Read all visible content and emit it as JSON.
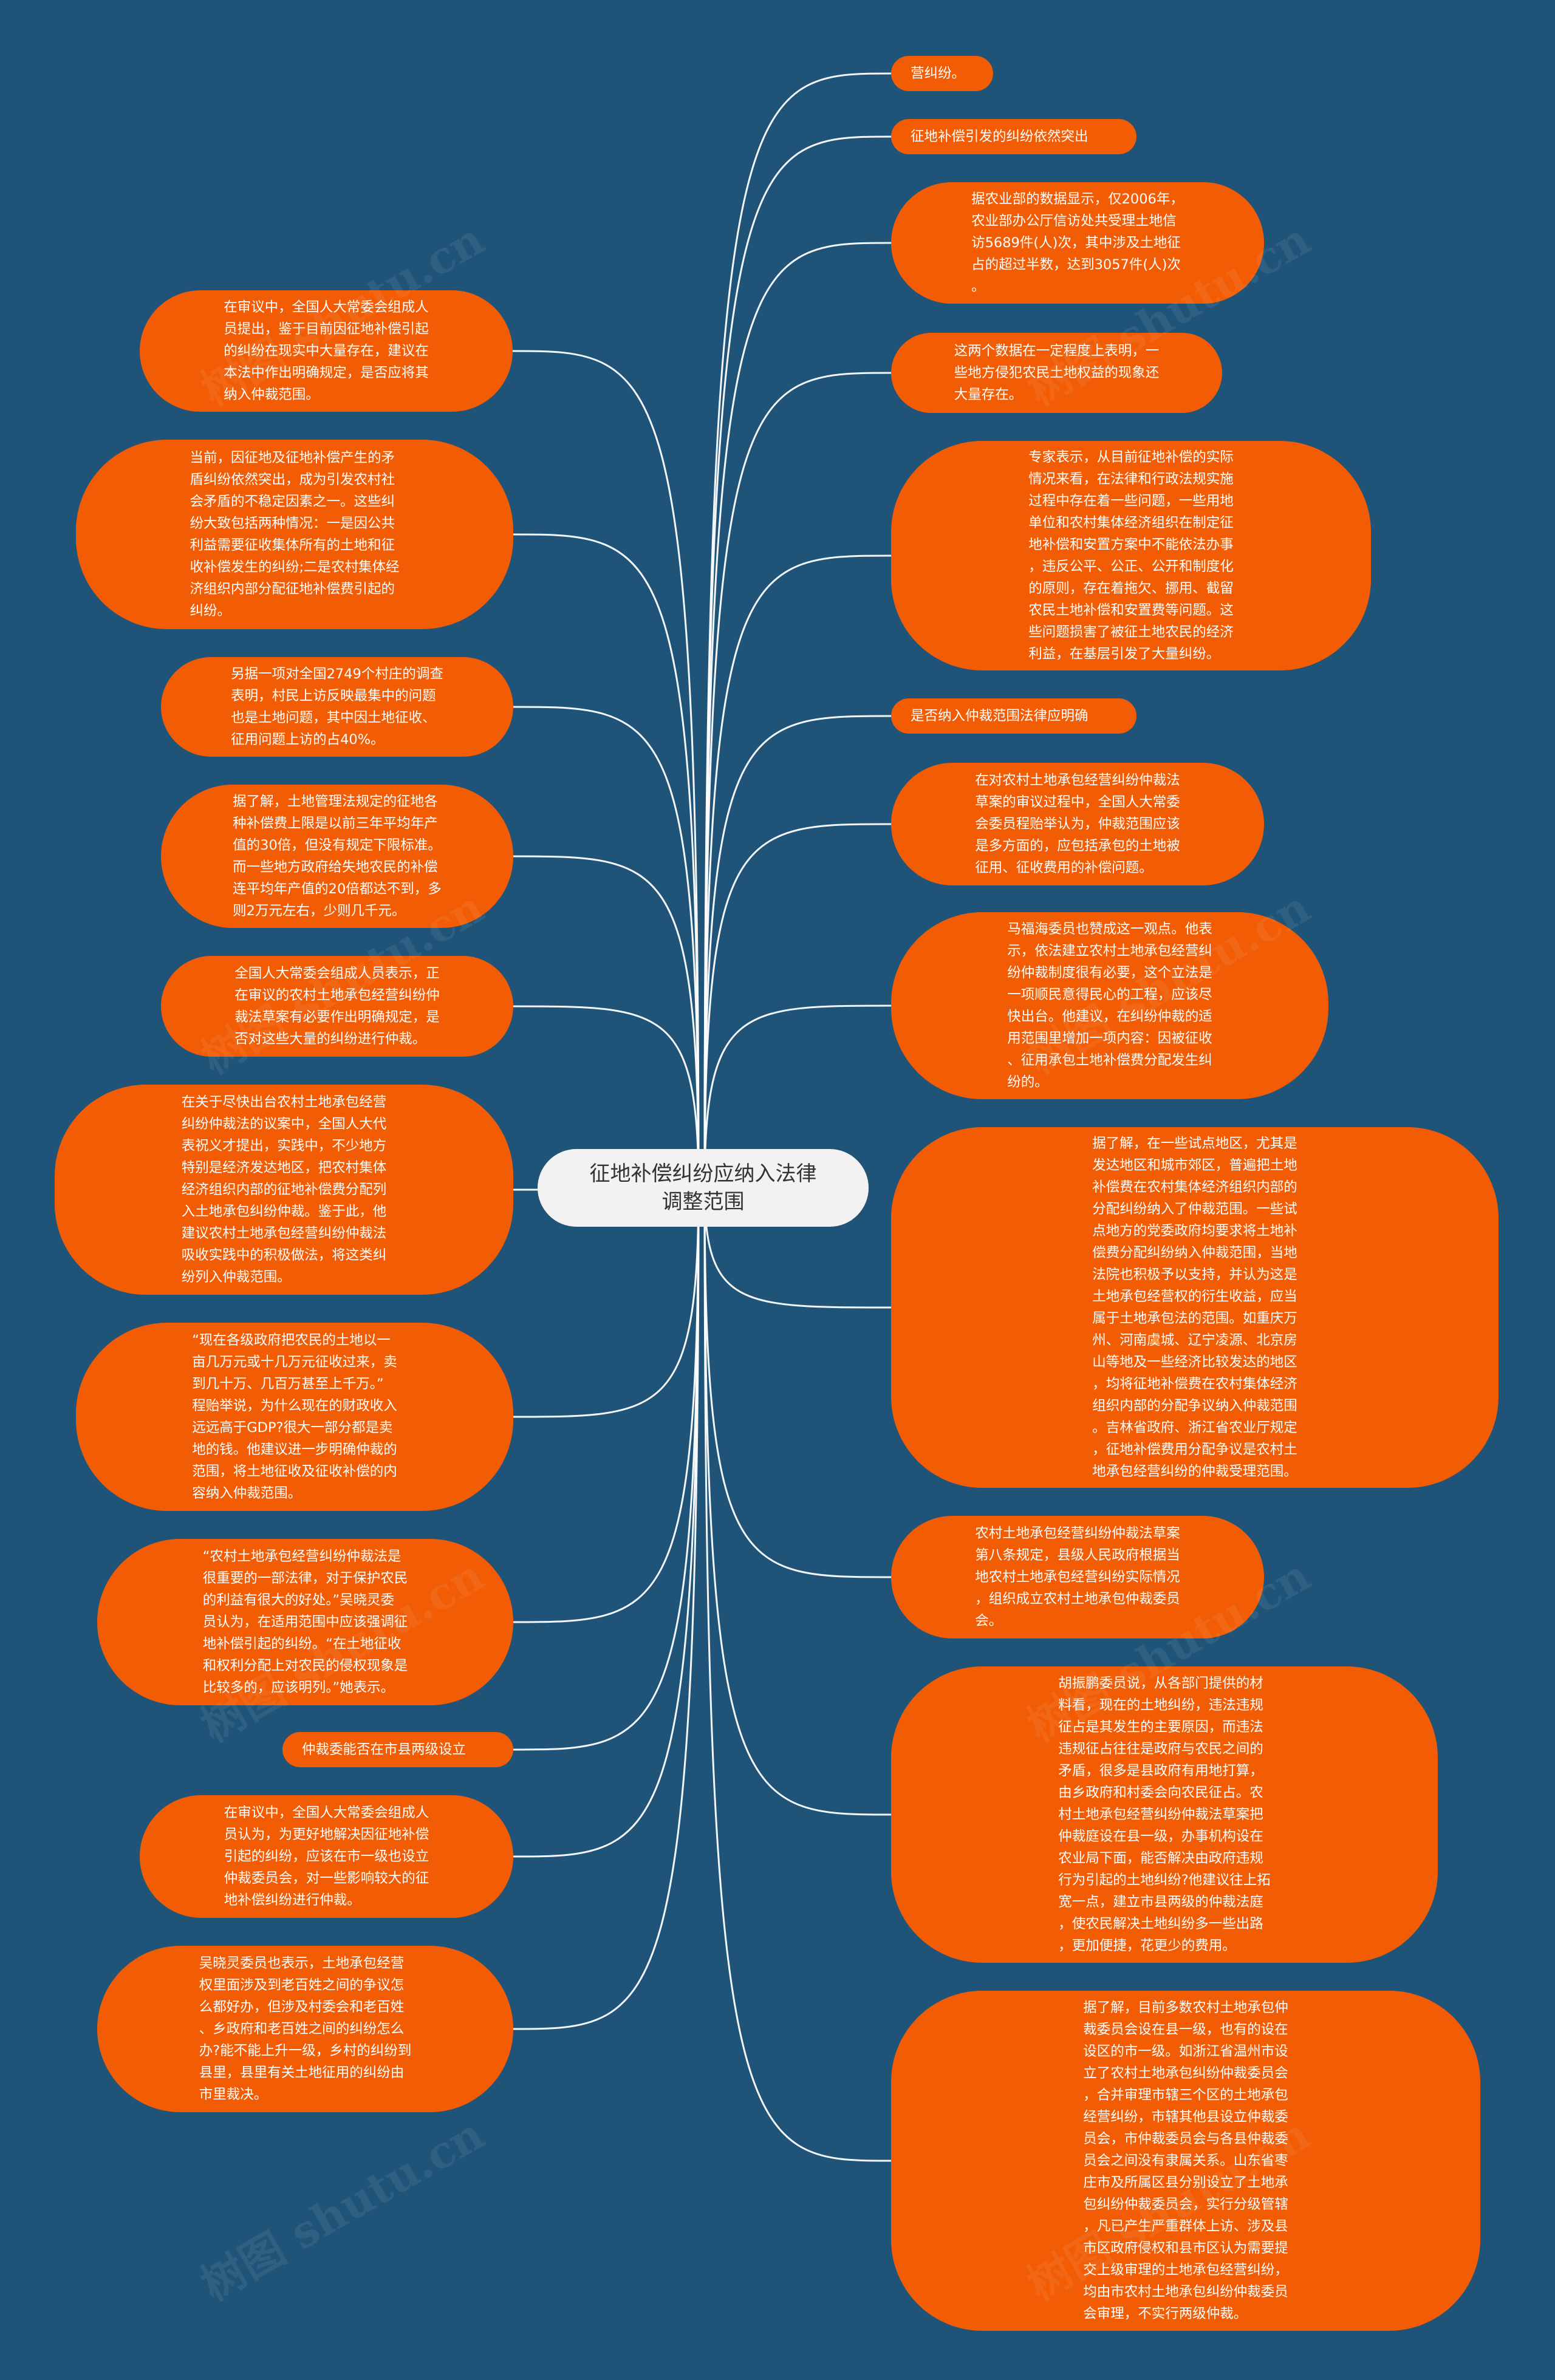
{
  "center": {
    "label": "征地补偿纠纷应纳入法律\n调整范围"
  },
  "watermark": "树图 shutu.cn",
  "colors": {
    "background": "#1f5478",
    "node": "#f25c05",
    "center": "#f2f2f2",
    "link": "#ffffff"
  },
  "right_nodes": [
    {
      "text": "营纠纷。"
    },
    {
      "text": "征地补偿引发的纠纷依然突出"
    },
    {
      "text": "据农业部的数据显示，仅2006年，\n农业部办公厅信访处共受理土地信\n访5689件(人)次，其中涉及土地征\n占的超过半数，达到3057件(人)次\n。"
    },
    {
      "text": "这两个数据在一定程度上表明，一\n些地方侵犯农民土地权益的现象还\n大量存在。"
    },
    {
      "text": "专家表示，从目前征地补偿的实际\n情况来看，在法律和行政法规实施\n过程中存在着一些问题，一些用地\n单位和农村集体经济组织在制定征\n地补偿和安置方案中不能依法办事\n，违反公平、公正、公开和制度化\n的原则，存在着拖欠、挪用、截留\n农民土地补偿和安置费等问题。这\n些问题损害了被征土地农民的经济\n利益，在基层引发了大量纠纷。"
    },
    {
      "text": "是否纳入仲裁范围法律应明确"
    },
    {
      "text": "在对农村土地承包经营纠纷仲裁法\n草案的审议过程中，全国人大常委\n会委员程贻举认为，仲裁范围应该\n是多方面的，应包括承包的土地被\n征用、征收费用的补偿问题。"
    },
    {
      "text": "马福海委员也赞成这一观点。他表\n示，依法建立农村土地承包经营纠\n纷仲裁制度很有必要，这个立法是\n一项顺民意得民心的工程，应该尽\n快出台。他建议，在纠纷仲裁的适\n用范围里增加一项内容：因被征收\n、征用承包土地补偿费分配发生纠\n纷的。"
    },
    {
      "text": "据了解，在一些试点地区，尤其是\n发达地区和城市郊区，普遍把土地\n补偿费在农村集体经济组织内部的\n分配纠纷纳入了仲裁范围。一些试\n点地方的党委政府均要求将土地补\n偿费分配纠纷纳入仲裁范围，当地\n法院也积极予以支持，并认为这是\n土地承包经营权的衍生收益，应当\n属于土地承包法的范围。如重庆万\n州、河南虞城、辽宁凌源、北京房\n山等地及一些经济比较发达的地区\n，均将征地补偿费在农村集体经济\n组织内部的分配争议纳入仲裁范围\n。吉林省政府、浙江省农业厅规定\n，征地补偿费用分配争议是农村土\n地承包经营纠纷的仲裁受理范围。"
    },
    {
      "text": "农村土地承包经营纠纷仲裁法草案\n第八条规定，县级人民政府根据当\n地农村土地承包经营纠纷实际情况\n，组织成立农村土地承包仲裁委员\n会。"
    },
    {
      "text": "胡振鹏委员说，从各部门提供的材\n料看，现在的土地纠纷，违法违规\n征占是其发生的主要原因，而违法\n违规征占往往是政府与农民之间的\n矛盾，很多是县政府有用地打算，\n由乡政府和村委会向农民征占。农\n村土地承包经营纠纷仲裁法草案把\n仲裁庭设在县一级，办事机构设在\n农业局下面，能否解决由政府违规\n行为引起的土地纠纷?他建议往上拓\n宽一点，建立市县两级的仲裁法庭\n，使农民解决土地纠纷多一些出路\n，更加便捷，花更少的费用。"
    },
    {
      "text": "据了解，目前多数农村土地承包仲\n裁委员会设在县一级，也有的设在\n设区的市一级。如浙江省温州市设\n立了农村土地承包纠纷仲裁委员会\n，合并审理市辖三个区的土地承包\n经营纠纷，市辖其他县设立仲裁委\n员会，市仲裁委员会与各县仲裁委\n员会之间没有隶属关系。山东省枣\n庄市及所属区县分别设立了土地承\n包纠纷仲裁委员会，实行分级管辖\n，凡已产生严重群体上访、涉及县\n市区政府侵权和县市区认为需要提\n交上级审理的土地承包经营纠纷，\n均由市农村土地承包纠纷仲裁委员\n会审理，不实行两级仲裁。"
    }
  ],
  "left_nodes": [
    {
      "text": "在审议中，全国人大常委会组成人\n员提出，鉴于目前因征地补偿引起\n的纠纷在现实中大量存在，建议在\n本法中作出明确规定，是否应将其\n纳入仲裁范围。"
    },
    {
      "text": "当前，因征地及征地补偿产生的矛\n盾纠纷依然突出，成为引发农村社\n会矛盾的不稳定因素之一。这些纠\n纷大致包括两种情况：一是因公共\n利益需要征收集体所有的土地和征\n收补偿发生的纠纷;二是农村集体经\n济组织内部分配征地补偿费引起的\n纠纷。"
    },
    {
      "text": "另据一项对全国2749个村庄的调查\n表明，村民上访反映最集中的问题\n也是土地问题，其中因土地征收、\n征用问题上访的占40%。"
    },
    {
      "text": "据了解，土地管理法规定的征地各\n种补偿费上限是以前三年平均年产\n值的30倍，但没有规定下限标准。\n而一些地方政府给失地农民的补偿\n连平均年产值的20倍都达不到，多\n则2万元左右，少则几千元。"
    },
    {
      "text": "全国人大常委会组成人员表示，正\n在审议的农村土地承包经营纠纷仲\n裁法草案有必要作出明确规定，是\n否对这些大量的纠纷进行仲裁。"
    },
    {
      "text": "在关于尽快出台农村土地承包经营\n纠纷仲裁法的议案中，全国人大代\n表祝义才提出，实践中，不少地方\n特别是经济发达地区，把农村集体\n经济组织内部的征地补偿费分配列\n入土地承包纠纷仲裁。鉴于此，他\n建议农村土地承包经营纠纷仲裁法\n吸收实践中的积极做法，将这类纠\n纷列入仲裁范围。"
    },
    {
      "text": "“现在各级政府把农民的土地以一\n亩几万元或十几万元征收过来，卖\n到几十万、几百万甚至上千万。”\n程贻举说，为什么现在的财政收入\n远远高于GDP?很大一部分都是卖\n地的钱。他建议进一步明确仲裁的\n范围，将土地征收及征收补偿的内\n容纳入仲裁范围。"
    },
    {
      "text": "“农村土地承包经营纠纷仲裁法是\n很重要的一部法律，对于保护农民\n的利益有很大的好处。”吴晓灵委\n员认为，在适用范围中应该强调征\n地补偿引起的纠纷。“在土地征收\n和权利分配上对农民的侵权现象是\n比较多的，应该明列。”她表示。"
    },
    {
      "text": "仲裁委能否在市县两级设立"
    },
    {
      "text": "在审议中，全国人大常委会组成人\n员认为，为更好地解决因征地补偿\n引起的纠纷，应该在市一级也设立\n仲裁委员会，对一些影响较大的征\n地补偿纠纷进行仲裁。"
    },
    {
      "text": "吴晓灵委员也表示，土地承包经营\n权里面涉及到老百姓之间的争议怎\n么都好办，但涉及村委会和老百姓\n、乡政府和老百姓之间的纠纷怎么\n办?能不能上升一级，乡村的纠纷到\n县里，县里有关土地征用的纠纷由\n市里裁决。"
    }
  ]
}
